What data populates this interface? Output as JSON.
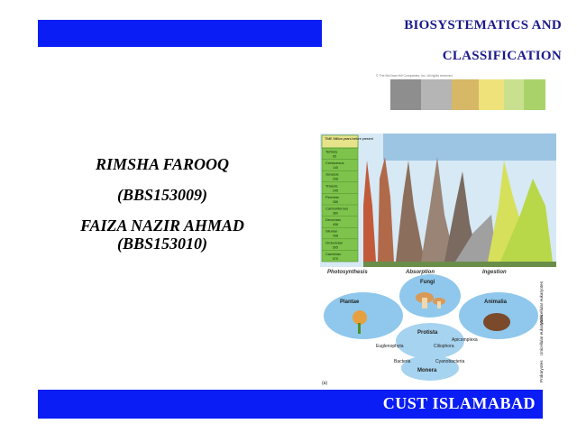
{
  "title": {
    "line1": "BIOSYSTEMATICS AND",
    "line2": "CLASSIFICATION"
  },
  "authors": [
    {
      "name": "RIMSHA FAROOQ",
      "id": "(BBS153009)"
    },
    {
      "name": "FAIZA NAZIR AHMAD",
      "id": "(BBS153010)"
    }
  ],
  "footer": {
    "text": "CUST  ISLAMABAD"
  },
  "figure": {
    "time_header": "TIME Million years before present",
    "periods": [
      {
        "name": "Tertiary",
        "mya": "65"
      },
      {
        "name": "Cretaceous",
        "mya": "145"
      },
      {
        "name": "Jurassic",
        "mya": "208"
      },
      {
        "name": "Triassic",
        "mya": "245"
      },
      {
        "name": "Permian",
        "mya": "286"
      },
      {
        "name": "Carboniferous",
        "mya": "360"
      },
      {
        "name": "Devonian",
        "mya": "408"
      },
      {
        "name": "Silurian",
        "mya": "438"
      },
      {
        "name": "Ordovician",
        "mya": "505"
      },
      {
        "name": "Cambrian",
        "mya": "570"
      }
    ],
    "nutrition_modes": [
      "Photosynthesis",
      "Absorption",
      "Ingestion"
    ],
    "kingdoms": [
      "Fungi",
      "Plantae",
      "Animalia",
      "Protista",
      "Monera"
    ],
    "protists": [
      "Apicomplexa",
      "Euglenophyta",
      "Ciliophora"
    ],
    "monera": [
      "Bacteria",
      "Cyanobacteria"
    ],
    "side_labels": [
      "Multicellular eukaryotes",
      "Unicellular eukaryotes",
      "Prokaryotes"
    ],
    "panel_label": "(a)",
    "copyright": "© The McGraw-Hill Companies, Inc. All rights reserved."
  }
}
